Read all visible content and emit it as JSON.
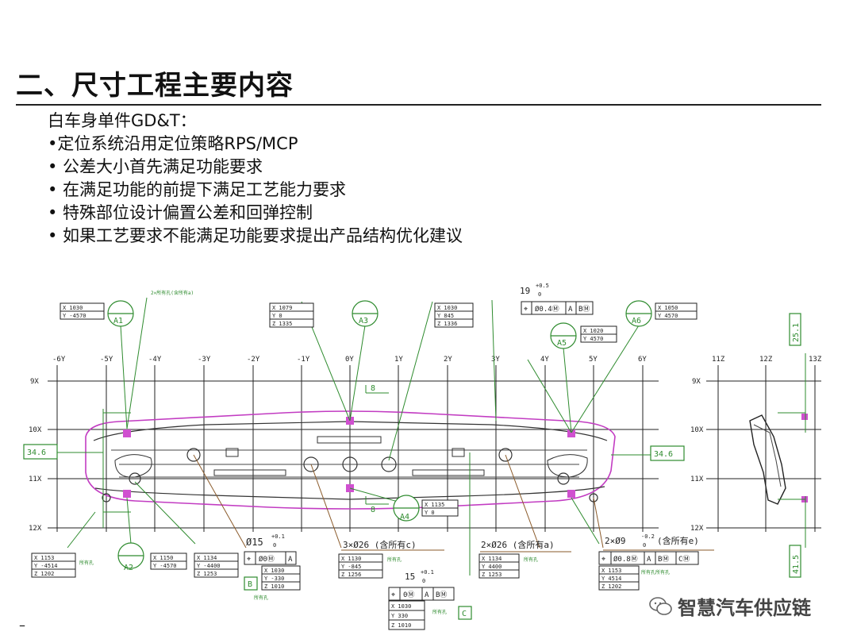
{
  "title": "二、尺寸工程主要内容",
  "bullets": [
    "白车身单件GD&T：",
    "•定位系统沿用定位策略RPS/MCP",
    "• 公差大小首先满足功能要求",
    "• 在满足功能的前提下满足工艺能力要求",
    "• 特殊部位设计偏置公差和回弹控制",
    "• 如果工艺要求不能满足功能要求提出产品结构优化建议"
  ],
  "drawing": {
    "y_grid": [
      "-6Y",
      "-5Y",
      "-4Y",
      "-3Y",
      "-2Y",
      "-1Y",
      "0Y",
      "1Y",
      "2Y",
      "3Y",
      "4Y",
      "5Y",
      "6Y"
    ],
    "x_grid": [
      "9X",
      "10X",
      "11X",
      "12X"
    ],
    "z_grid": [
      "11Z",
      "12Z",
      "13Z"
    ],
    "side_x_grid": [
      "9X",
      "10X",
      "11X",
      "12X"
    ],
    "datums": [
      "A1",
      "A2",
      "A3",
      "A4",
      "A5",
      "A6"
    ],
    "datum_letters": [
      "B",
      "C"
    ],
    "coord_tables": [
      {
        "id": "A1",
        "rows": [
          "X 1030",
          "Y -4570"
        ]
      },
      {
        "id": "A3",
        "rows": [
          "X 1079",
          "Y 0",
          "Z 1335"
        ]
      },
      {
        "id": "T3",
        "rows": [
          "X 1030",
          "Y 845",
          "Z 1336"
        ]
      },
      {
        "id": "A6",
        "rows": [
          "X 1050",
          "Y 4570"
        ]
      },
      {
        "id": "A5",
        "rows": [
          "X 1020",
          "Y 4570"
        ]
      },
      {
        "id": "A4",
        "rows": [
          "X 1135",
          "Y 0"
        ]
      },
      {
        "id": "A2",
        "rows": [
          "X 1150",
          "Y -4570"
        ]
      },
      {
        "id": "T6",
        "rows": [
          "X 1134",
          "Y -4400",
          "Z 1253"
        ]
      },
      {
        "id": "T7",
        "rows": [
          "X 1153",
          "Y -4514",
          "Z 1202"
        ]
      },
      {
        "id": "T8",
        "rows": [
          "X 1130",
          "Y -845",
          "Z 1256"
        ]
      },
      {
        "id": "T9",
        "rows": [
          "X 1134",
          "Y 4400",
          "Z 1253"
        ]
      },
      {
        "id": "T10",
        "rows": [
          "X 1153",
          "Y 4514",
          "Z 1202"
        ]
      },
      {
        "id": "T11",
        "rows": [
          "X 1030",
          "Y -330",
          "Z 1010"
        ]
      },
      {
        "id": "T12",
        "rows": [
          "X 1030",
          "Y 330",
          "Z 1010"
        ]
      }
    ],
    "dims": {
      "left_34": "34.6",
      "right_34": "34.6",
      "top_19": "19",
      "tol_05": "+0.5",
      "tol_0": "0",
      "v_25": "25.1",
      "v_41": "41.5",
      "d8a": "8",
      "d8b": "8",
      "hole15": "Ø15",
      "tol01": "+0.1",
      "tol0b": "0",
      "n15": "15",
      "tol01b": "+0.1",
      "tol0c": "0"
    },
    "fcf": {
      "top": [
        "⌖",
        "Ø0.4Ⓜ",
        "A",
        "BⓂ"
      ],
      "hole15": [
        "⌖",
        "Ø0Ⓜ",
        "A"
      ],
      "n15": [
        "⌖",
        "0Ⓜ",
        "A",
        "BⓂ"
      ],
      "nine": [
        "⌖",
        "Ø0.8Ⓜ",
        "A",
        "BⓂ",
        "CⓂ"
      ]
    },
    "notes": {
      "hole3x26": "3×Ø26 (含所有c)",
      "hole2x26": "2×Ø26 (含所有a)",
      "hole2x9": "2×Ø9",
      "hole2x9_tol": "-0.2",
      "hole2x9_tol2": "0",
      "hole2x9_tail": "(含所有e)",
      "top_label": "2×所有孔(含所有a)",
      "small1": "所有孔",
      "small2": "所有孔",
      "small3": "所有孔",
      "small4": "所有孔所有孔",
      "small5": "所有孔",
      "small6": "所有孔"
    }
  },
  "watermark": {
    "text": "智慧汽车供应链",
    "icon": "wechat-icon"
  },
  "footer_mark": "–",
  "colors": {
    "green": "#2e8b2e",
    "magenta": "#c23cc2",
    "brown": "#8a5a2a",
    "line": "#222222"
  }
}
